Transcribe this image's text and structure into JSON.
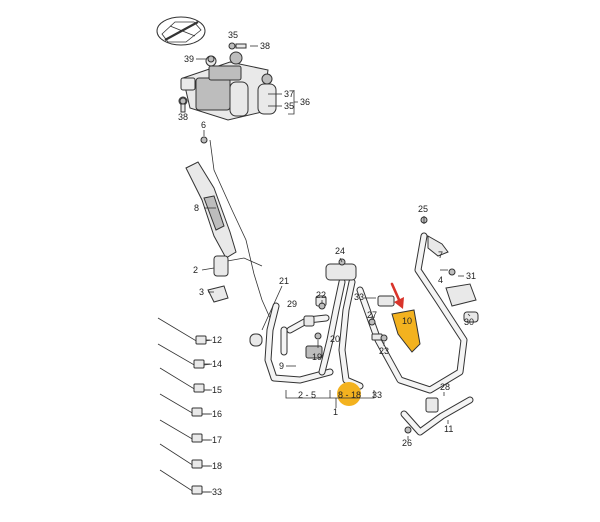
{
  "colors": {
    "highlight": "#f3b21f",
    "arrow": "#d9342b",
    "ink": "#333333"
  },
  "icons": {
    "car_logo": "car-direction-icon",
    "arrow": "red-arrow-icon"
  },
  "labels": {
    "l1": "1",
    "l2": "2",
    "l3": "3",
    "l4": "4",
    "l6": "6",
    "l7": "7",
    "l8": "8",
    "l9": "9",
    "l10": "10",
    "l11": "11",
    "l12": "12",
    "l14": "14",
    "l15": "15",
    "l16": "16",
    "l17": "17",
    "l18": "18",
    "l19": "19",
    "l20": "20",
    "l21": "21",
    "l22": "22",
    "l23": "23",
    "l24": "24",
    "l25": "25",
    "l26": "26",
    "l27": "27",
    "l28": "28",
    "l29": "29",
    "l30": "30",
    "l31": "31",
    "l33a": "33",
    "l33b": "33",
    "l35a": "35",
    "l35b": "35",
    "l36": "36",
    "l37": "37",
    "l38a": "38",
    "l38b": "38",
    "l39": "39",
    "range_2_5": "2 - 5",
    "range_8_18": "8 - 18"
  }
}
